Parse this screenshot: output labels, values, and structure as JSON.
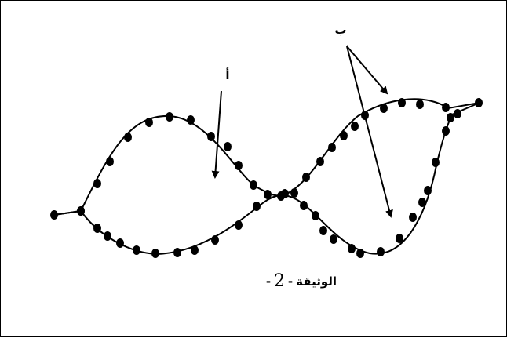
{
  "labels": {
    "a": "أ",
    "b": "ب"
  },
  "caption": {
    "word": "الوثيقة",
    "left_dash": "-",
    "number": "2",
    "right_dash": "-"
  }
}
